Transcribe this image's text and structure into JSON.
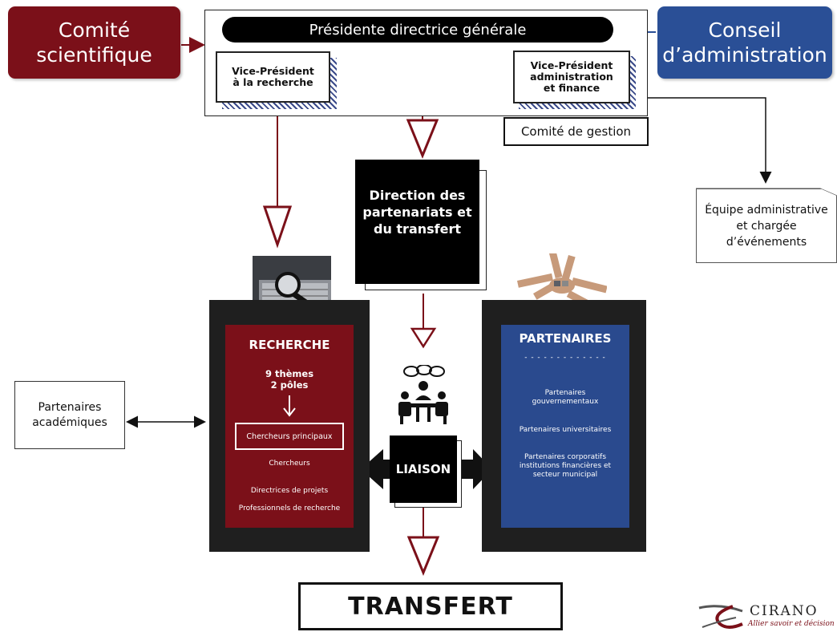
{
  "top": {
    "ceo": "Présidente directrice générale",
    "vp_research": [
      "Vice-Président",
      "à la recherche"
    ],
    "vp_admin": [
      "Vice-Président",
      "administration",
      "et finance"
    ],
    "comite_gestion": "Comité de gestion"
  },
  "left_top": [
    "Comité",
    "scientifique"
  ],
  "right_top": [
    "Conseil",
    "d’administration"
  ],
  "direction": [
    "Direction des",
    "partenariats et",
    "du transfert"
  ],
  "equipe": [
    "Équipe administrative",
    "et chargée",
    "d’événements"
  ],
  "partenaires_academiques": [
    "Partenaires",
    "académiques"
  ],
  "recherche": {
    "title": "RECHERCHE",
    "themes": "9 thèmes",
    "poles": "2 pôles",
    "principal": "Chercheurs principaux",
    "chercheurs": "Chercheurs",
    "directrices": "Directrices de projets",
    "professionnels": "Professionnels de recherche"
  },
  "partenaires": {
    "title": "PARTENAIRES",
    "dashes": "- - - - - - - - - - - - -",
    "gouv": [
      "Partenaires",
      "gouvernementaux"
    ],
    "univ": "Partenaires universitaires",
    "corp": [
      "Partenaires corporatifs",
      "institutions financières et",
      "secteur municipal"
    ]
  },
  "liaison": "LIAISON",
  "transfert": "TRANSFERT",
  "logo": {
    "name": "CIRANO",
    "tagline": "Allier savoir et décision"
  },
  "colors": {
    "maroon": "#7b1019",
    "blue": "#2a4f96",
    "black": "#000000"
  }
}
